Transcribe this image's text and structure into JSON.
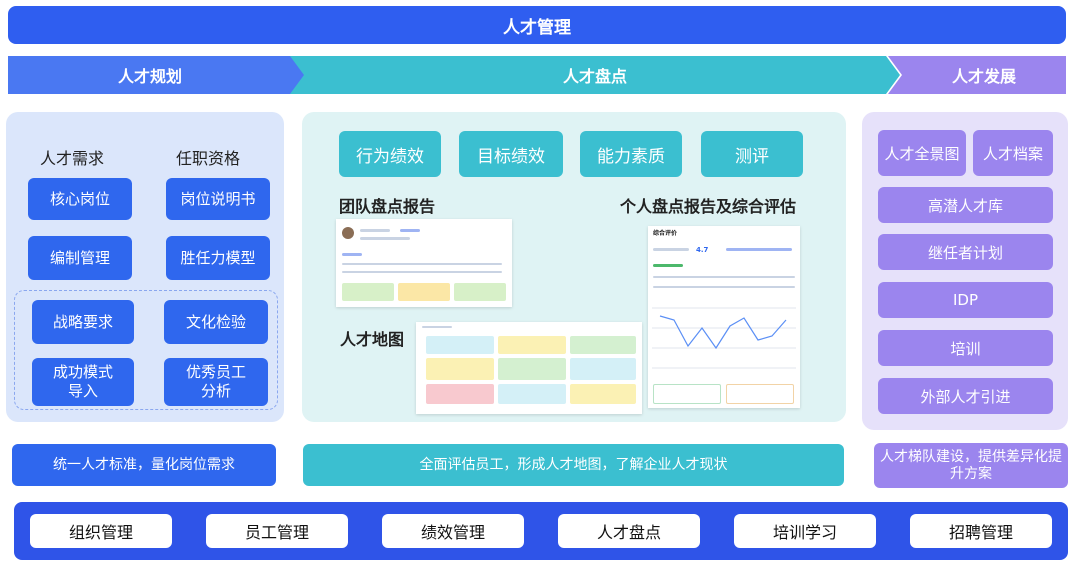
{
  "title": "人才管理",
  "phases": {
    "plan": "人才规划",
    "review": "人才盘点",
    "develop": "人才发展"
  },
  "plan": {
    "col1_head": "人才需求",
    "col2_head": "任职资格",
    "items": [
      "核心岗位",
      "岗位说明书",
      "编制管理",
      "胜任力模型"
    ],
    "culture": [
      "战略要求",
      "文化检验",
      "成功模式\n导入",
      "优秀员工\n分析"
    ],
    "summary": "统一人才标准，量化岗位需求"
  },
  "review": {
    "dimensions": [
      "行为绩效",
      "目标绩效",
      "能力素质",
      "测评"
    ],
    "team_report": "团队盘点报告",
    "personal_report": "个人盘点报告及综合评估",
    "talent_map": "人才地图",
    "personal_thumb": {
      "title": "综合评价",
      "score": "4.7"
    },
    "summary": "全面评估员工，形成人才地图，了解企业人才现状"
  },
  "develop": {
    "top": [
      "人才全景图",
      "人才档案"
    ],
    "items": [
      "高潜人才库",
      "继任者计划",
      "IDP",
      "培训",
      "外部人才引进"
    ],
    "summary": "人才梯队建设，提供差异化提升方案"
  },
  "platform": {
    "modules": [
      "组织管理",
      "员工管理",
      "绩效管理",
      "人才盘点",
      "培训学习",
      "招聘管理"
    ]
  },
  "colors": {
    "primary_blue": "#2f5ef0",
    "teal": "#3bbfd0",
    "purple": "#9b85ee"
  }
}
